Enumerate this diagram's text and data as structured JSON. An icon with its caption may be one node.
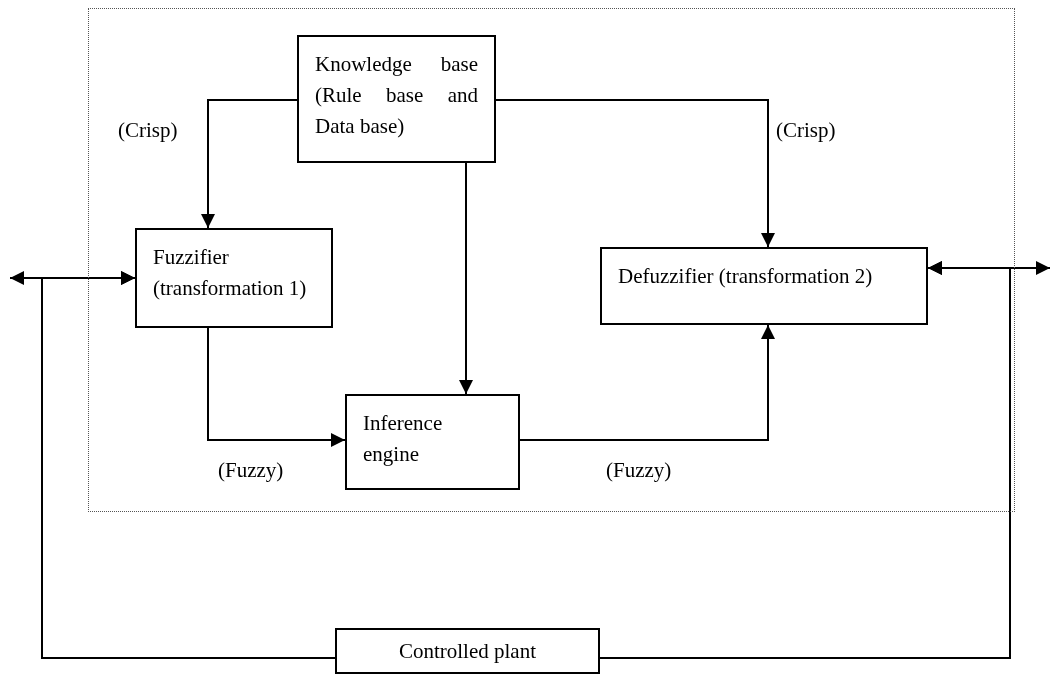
{
  "diagram": {
    "nodes": [
      {
        "text": [],
        "shape": "box"
      },
      {
        "text": [
          "Knowledge base (Rule base and Data base)"
        ],
        "in": 0
      },
      {
        "text": [
          "Fuzzifier (transformation 1)"
        ],
        "in": 0
      },
      {
        "text": [
          "Defuzzifier (transformation 2)"
        ],
        "in": 0
      },
      {
        "text": [
          "Inference engine"
        ],
        "in": 0
      },
      {
        "text": [
          "Controlled plant"
        ]
      }
    ],
    "edges": [
      {
        "from": 1,
        "to": 2,
        "arrow": "to",
        "label": "(Crisp)"
      },
      {
        "from": 1,
        "to": 3,
        "arrow": "to",
        "label": "(Crisp)"
      },
      {
        "from": 1,
        "to": 4,
        "arrow": "to"
      },
      {
        "from": 2,
        "to": 4,
        "arrow": "to",
        "label": "(Fuzzy)"
      },
      {
        "from": 4,
        "to": 3,
        "arrow": "to",
        "label": "(Fuzzy)"
      },
      {
        "from": null,
        "to": 2,
        "arrow": "both"
      },
      {
        "from": 5,
        "to": 2,
        "arrow": "to"
      },
      {
        "from": null,
        "to": 3,
        "arrow": "both"
      },
      {
        "from": 5,
        "to": 3,
        "arrow": "to"
      }
    ]
  }
}
